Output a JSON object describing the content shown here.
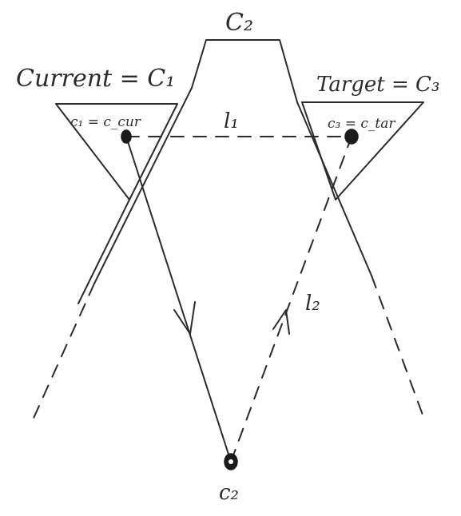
{
  "labels": {
    "top_region": "C₂",
    "current_region": "Current = C₁",
    "target_region": "Target = C₃",
    "c1_point": "c₁ = c_cur",
    "c3_point": "c₃ = c_tar",
    "c2_point": "c₂",
    "line_l1": "l₁",
    "line_l2": "l₂"
  }
}
